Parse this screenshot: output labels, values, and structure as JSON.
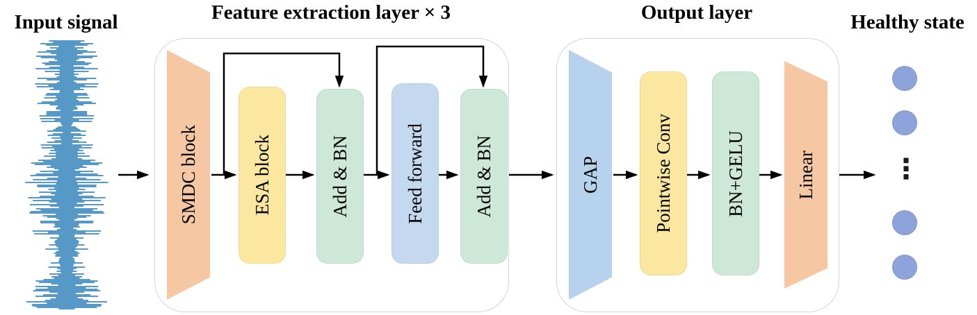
{
  "input": {
    "label": "Input signal"
  },
  "feature_section": {
    "title": "Feature extraction layer × 3",
    "blocks": [
      {
        "label": "SMDC block",
        "shape": "trapezoid",
        "color": "#F5C8A3"
      },
      {
        "label": "ESA block",
        "shape": "rounded",
        "color": "#FBE7A0"
      },
      {
        "label": "Add & BN",
        "shape": "rounded",
        "color": "#CDE7D8"
      },
      {
        "label": "Feed forward",
        "shape": "rounded",
        "color": "#C4D9EF"
      },
      {
        "label": "Add & BN",
        "shape": "rounded",
        "color": "#CDE7D8"
      }
    ]
  },
  "output_section": {
    "title": "Output layer",
    "blocks": [
      {
        "label": "GAP",
        "shape": "trapezoid",
        "color": "#B7D2EC"
      },
      {
        "label": "Pointwise Conv",
        "shape": "rounded",
        "color": "#FBE7A0"
      },
      {
        "label": "BN+GELU",
        "shape": "rounded",
        "color": "#CDE7D8"
      },
      {
        "label": "Linear",
        "shape": "trapezoid",
        "color": "#F5C8A3"
      }
    ]
  },
  "output": {
    "label": "Healthy state",
    "ellipsis": "⋮",
    "node_color": "#8DA3D9"
  },
  "colors": {
    "waveform": "#1F77B4",
    "arrow": "#000000",
    "container_border": "#D4D4D4"
  }
}
